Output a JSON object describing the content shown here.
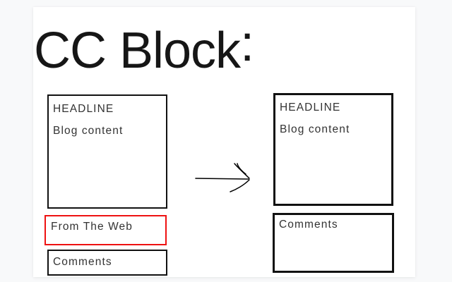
{
  "title": {
    "text": "CC Block",
    "colon": ":"
  },
  "before": {
    "headline": "HEADLINE",
    "content": "Blog content",
    "from_the_web": "From The Web",
    "comments": "Comments"
  },
  "after": {
    "headline": "HEADLINE",
    "content": "Blog content",
    "comments": "Comments"
  },
  "colors": {
    "highlight": "#ee1111",
    "border": "#111111",
    "text": "#333333",
    "page_background": "#ffffff",
    "canvas_background": "#f8f9fa"
  },
  "icons": {
    "arrow": "right-arrow"
  }
}
